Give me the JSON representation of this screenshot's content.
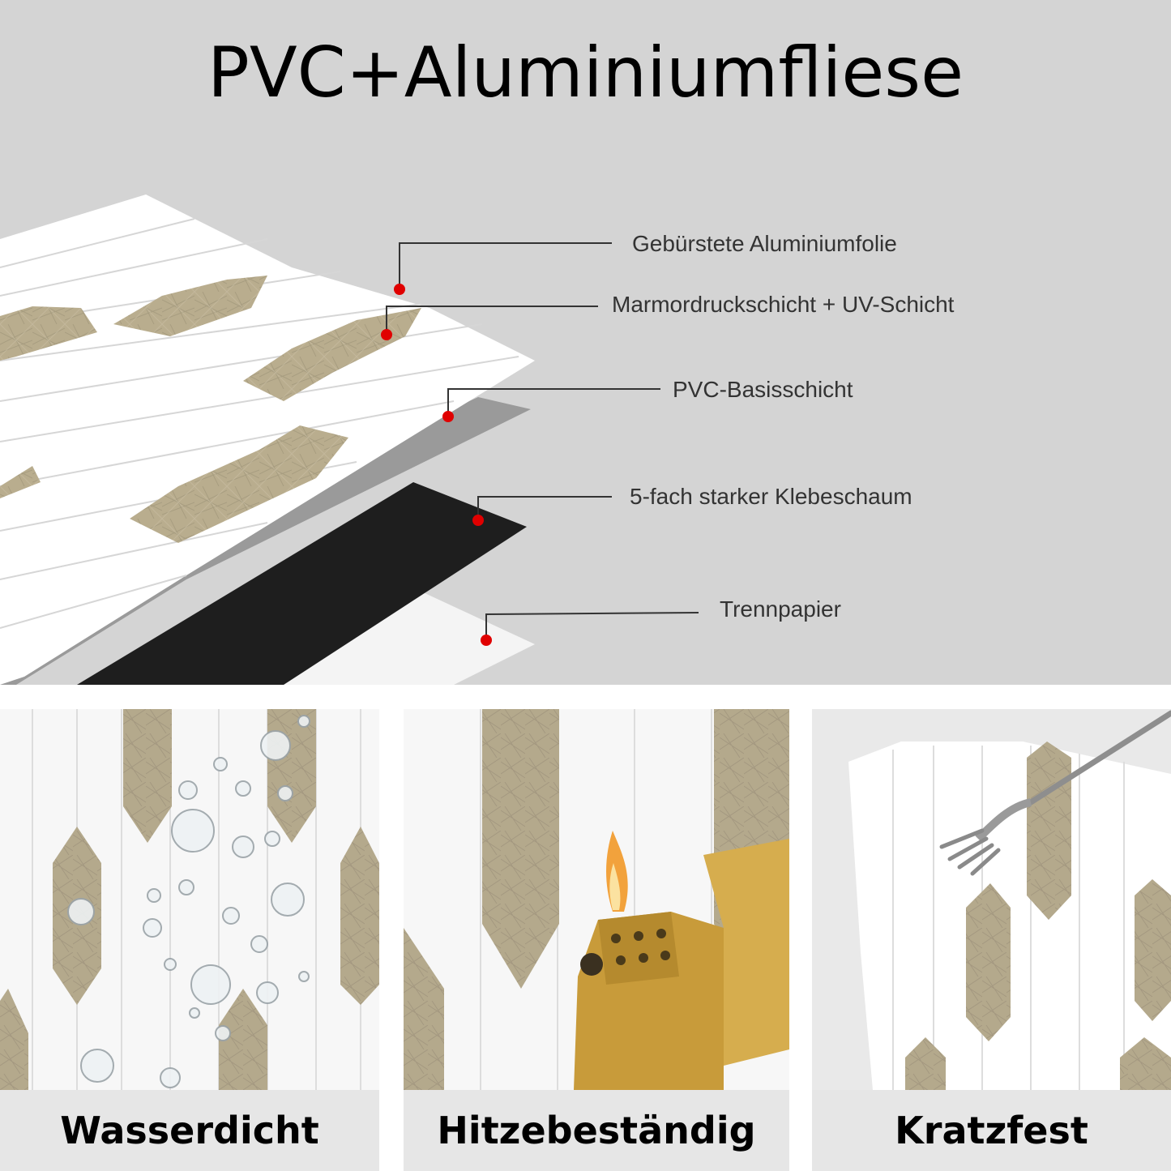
{
  "title": "PVC+Aluminiumfliese",
  "layers": [
    {
      "label": "Gebürstete Aluminiumfolie"
    },
    {
      "label": "Marmordruckschicht + UV-Schicht"
    },
    {
      "label": "PVC-Basisschicht"
    },
    {
      "label": "5-fach starker Klebeschaum"
    },
    {
      "label": "Trennpapier"
    }
  ],
  "features": [
    {
      "label": "Wasserdicht",
      "icon": "water-droplets-icon"
    },
    {
      "label": "Hitzebeständig",
      "icon": "lighter-flame-icon"
    },
    {
      "label": "Kratzfest",
      "icon": "fork-icon"
    }
  ],
  "colors": {
    "background_top": "#d4d4d4",
    "tile_white": "#ffffff",
    "tile_gold": "#b9ad8e",
    "callout_dot": "#e00000",
    "adhesive_black": "#1e1e1e",
    "pvc_gray": "#9a9a9a"
  }
}
